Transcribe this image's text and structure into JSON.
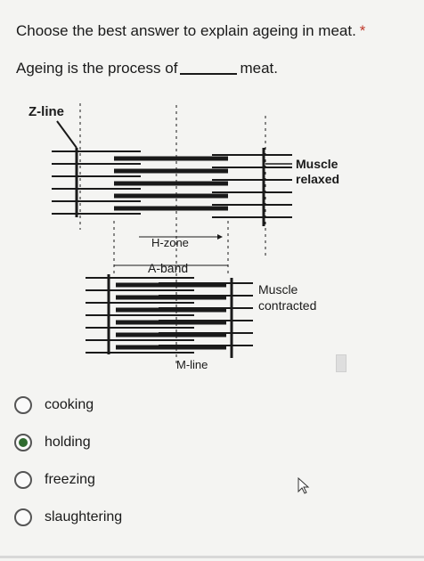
{
  "question": {
    "title": "Choose the best answer to explain ageing in meat.",
    "required_mark": "*",
    "prompt_before": "Ageing is the process of",
    "prompt_after": "meat."
  },
  "figure": {
    "z_line_label": "Z-line",
    "relaxed_label_1": "Muscle",
    "relaxed_label_2": "relaxed",
    "h_zone_label": "H-zone",
    "a_band_label": "A-band",
    "contracted_label_1": "Muscle",
    "contracted_label_2": "contracted",
    "m_line_label": "M-line"
  },
  "options": [
    {
      "label": "cooking",
      "selected": false
    },
    {
      "label": "holding",
      "selected": true
    },
    {
      "label": "freezing",
      "selected": false
    },
    {
      "label": "slaughtering",
      "selected": false
    }
  ]
}
